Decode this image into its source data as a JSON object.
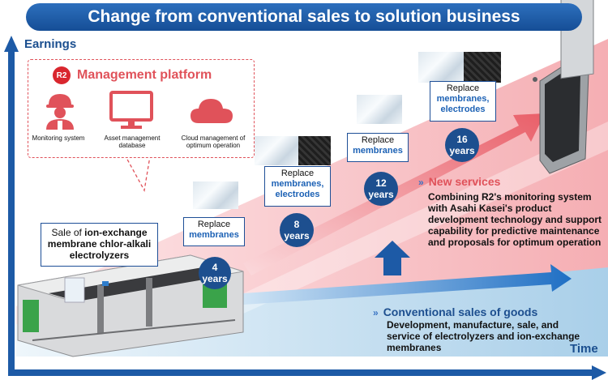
{
  "title": "Change from conventional sales to solution business",
  "axes": {
    "y_label": "Earnings",
    "x_label": "Time"
  },
  "platform": {
    "badge": "R2",
    "title": "Management platform",
    "items": [
      {
        "icon": "worker-icon",
        "caption": "Monitoring system"
      },
      {
        "icon": "monitor-icon",
        "caption": "Asset management database"
      },
      {
        "icon": "cloud-icon",
        "caption": "Cloud management of optimum operation"
      }
    ]
  },
  "sale": {
    "prefix": "Sale of ",
    "bold": "ion-exchange membrane chlor-alkali electrolyzers"
  },
  "milestones": [
    {
      "years": "4",
      "unit": "years",
      "action": "Replace",
      "target": "membranes"
    },
    {
      "years": "8",
      "unit": "years",
      "action": "Replace",
      "target": "membranes, electrodes"
    },
    {
      "years": "12",
      "unit": "years",
      "action": "Replace",
      "target": "membranes"
    },
    {
      "years": "16",
      "unit": "years",
      "action": "Replace",
      "target": "membranes, electrodes"
    }
  ],
  "new_services": {
    "title": "New services",
    "body": "Combining R2's monitoring system with Asahi Kasei's product development technology and support capability for predictive maintenance and proposals for optimum operation"
  },
  "conventional": {
    "title": "Conventional sales of goods",
    "body": "Development, manufacture, sale, and service of electrolyzers and ion-exchange membranes"
  },
  "colors": {
    "navy": "#1d4f8f",
    "accent_red": "#e0525a",
    "pink_band": "#f6b9bd",
    "blue_band": "#bcd9ee"
  }
}
